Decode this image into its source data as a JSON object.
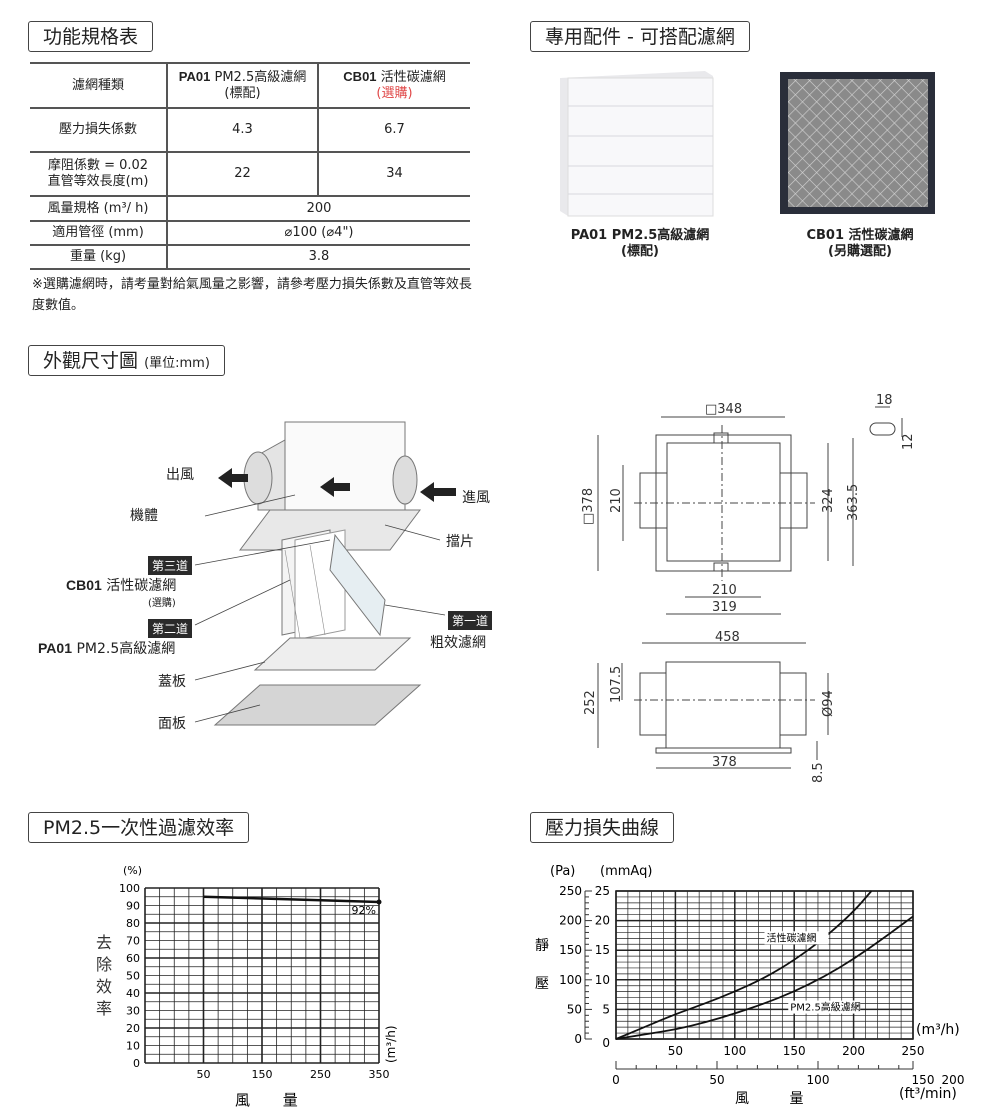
{
  "spec": {
    "title": "功能規格表",
    "headers": {
      "col0": "濾網種類",
      "pa01_code": "PA01",
      "pa01_name": "PM2.5高級濾網",
      "pa01_note": "(標配)",
      "cb01_code": "CB01",
      "cb01_name": "活性碳濾網",
      "cb01_note": "(選購)"
    },
    "rows": [
      {
        "label": "壓力損失係數",
        "pa01": "4.3",
        "cb01": "6.7"
      },
      {
        "label": "摩阻係數 = 0.02",
        "label2": "直管等效長度(m)",
        "pa01": "22",
        "cb01": "34"
      }
    ],
    "shared_rows": [
      {
        "label": "風量規格 (m³/ h)",
        "value": "200"
      },
      {
        "label": "適用管徑 (mm)",
        "value": "⌀100 (⌀4\")"
      },
      {
        "label": "重量 (kg)",
        "value": "3.8"
      }
    ],
    "note": "※選購濾網時，請考量對給氣風量之影響，請參考壓力損失係數及直管等效長度數值。"
  },
  "accessories": {
    "title": "專用配件 - 可搭配濾網",
    "items": [
      {
        "name": "PA01 PM2.5高級濾網",
        "note": "(標配)"
      },
      {
        "name": "CB01 活性碳濾網",
        "note": "(另購選配)"
      }
    ]
  },
  "dimensions": {
    "title": "外觀尺寸圖",
    "unit": "(單位:mm)",
    "labels": {
      "outlet": "出風",
      "body": "機體",
      "inlet": "進風",
      "baffle": "擋片",
      "stage3": "第三道",
      "cb01_code": "CB01",
      "cb01_name": "活性碳濾網",
      "cb01_note": "(選購)",
      "stage2": "第二道",
      "pa01_code": "PA01",
      "pa01_name": "PM2.5高級濾網",
      "stage1": "第一道",
      "coarse": "粗效濾網",
      "cover": "蓋板",
      "panel": "面板"
    },
    "measures": {
      "top_width": "□348",
      "side": "□378",
      "inner_h": "210",
      "h324": "324",
      "h3635": "363.5",
      "w210": "210",
      "w319": "319",
      "slot_w": "18",
      "slot_h": "12",
      "len": "458",
      "height": "252",
      "axis": "107.5",
      "dia": "Ø94",
      "base": "378",
      "foot": "8.5"
    }
  },
  "colors": {
    "accent_red": "#e04848",
    "tag_bg": "#2a2a2a"
  },
  "chart_data": [
    {
      "type": "line",
      "title": "PM2.5一次性過濾效率",
      "ylabel": "去除效率",
      "yunit": "(%)",
      "xlabel": "風 量",
      "xunit": "(m³/h)",
      "xlim": [
        -50,
        350
      ],
      "ylim": [
        0,
        100
      ],
      "xticks": [
        50,
        150,
        250,
        350
      ],
      "yticks": [
        0,
        10,
        20,
        30,
        40,
        50,
        60,
        70,
        80,
        90,
        100
      ],
      "grid": true,
      "series": [
        {
          "name": "PM2.5",
          "x": [
            50,
            350
          ],
          "y": [
            95,
            92
          ]
        }
      ],
      "annotations": [
        {
          "text": "92%",
          "x": 350,
          "y": 92
        }
      ]
    },
    {
      "type": "line",
      "title": "壓力損失曲線",
      "ylabel": "靜壓",
      "yunit_left": "(Pa)",
      "yunit_right": "(mmAq)",
      "xlabel": "風 量",
      "xunit": "(m³/h)",
      "xunit2": "(ft³/min)",
      "xlim": [
        0,
        250
      ],
      "ylim": [
        0,
        25
      ],
      "xticks": [
        0,
        50,
        100,
        150,
        200,
        250
      ],
      "yticks": [
        0,
        5,
        10,
        15,
        20,
        25
      ],
      "yticks_pa": [
        0,
        50,
        100,
        150,
        200,
        250
      ],
      "xticks_ft": [
        "0",
        "50",
        "100",
        "150",
        "200"
      ],
      "grid": true,
      "series": [
        {
          "name": "活性碳濾網",
          "x": [
            0,
            25,
            50,
            75,
            100,
            125,
            150,
            175,
            200,
            215
          ],
          "y": [
            0,
            2.1,
            4.2,
            6.0,
            8.0,
            10.3,
            13.3,
            17.0,
            21.5,
            25
          ]
        },
        {
          "name": "PM2.5高級濾網",
          "x": [
            0,
            25,
            50,
            75,
            100,
            125,
            150,
            175,
            200,
            225,
            250
          ],
          "y": [
            0,
            0.8,
            1.6,
            2.8,
            4.3,
            6.0,
            8.0,
            10.5,
            13.5,
            17.0,
            20.7
          ]
        }
      ]
    }
  ]
}
